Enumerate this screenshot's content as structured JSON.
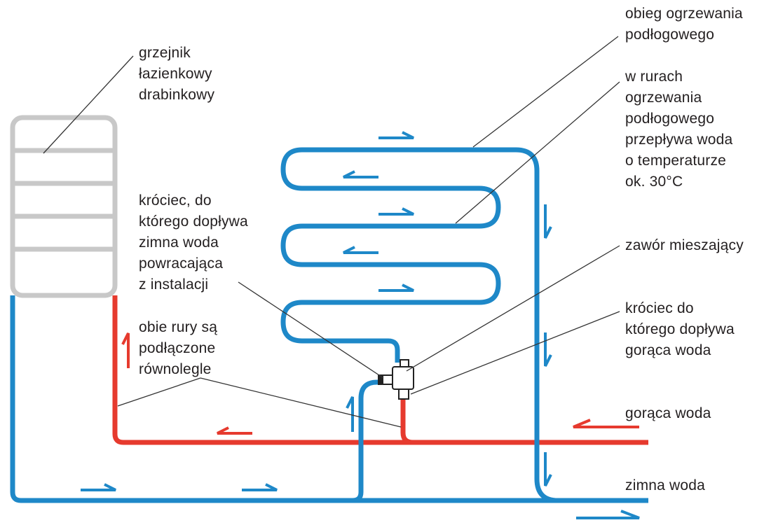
{
  "colors": {
    "cold_pipe": "#1e88c8",
    "hot_pipe": "#e63a2e",
    "radiator": "#c8c8c8",
    "leader_line": "#333333",
    "valve_fill": "#ffffff",
    "valve_stroke": "#222222",
    "text": "#231f20"
  },
  "labels": {
    "radiator": [
      "grzejnik",
      "łazienkowy",
      "drabinkowy"
    ],
    "floor_circuit": [
      "obieg ogrzewania",
      "podłogowego"
    ],
    "floor_temp": [
      "w rurach",
      "ogrzewania",
      "podłogowego",
      "przepływa woda",
      "o temperaturze",
      "ok. 30°C"
    ],
    "cold_inlet": [
      "króciec, do",
      "którego dopływa",
      "zimna woda",
      "powracająca",
      "z instalacji"
    ],
    "parallel": [
      "obie rury są",
      "podłączone",
      "równolegle"
    ],
    "mixing_valve": [
      "zawór mieszający"
    ],
    "hot_inlet": [
      "króciec do",
      "którego dopływa",
      "gorąca woda"
    ],
    "hot_water": [
      "gorąca woda"
    ],
    "cold_water": [
      "zimna woda"
    ]
  }
}
